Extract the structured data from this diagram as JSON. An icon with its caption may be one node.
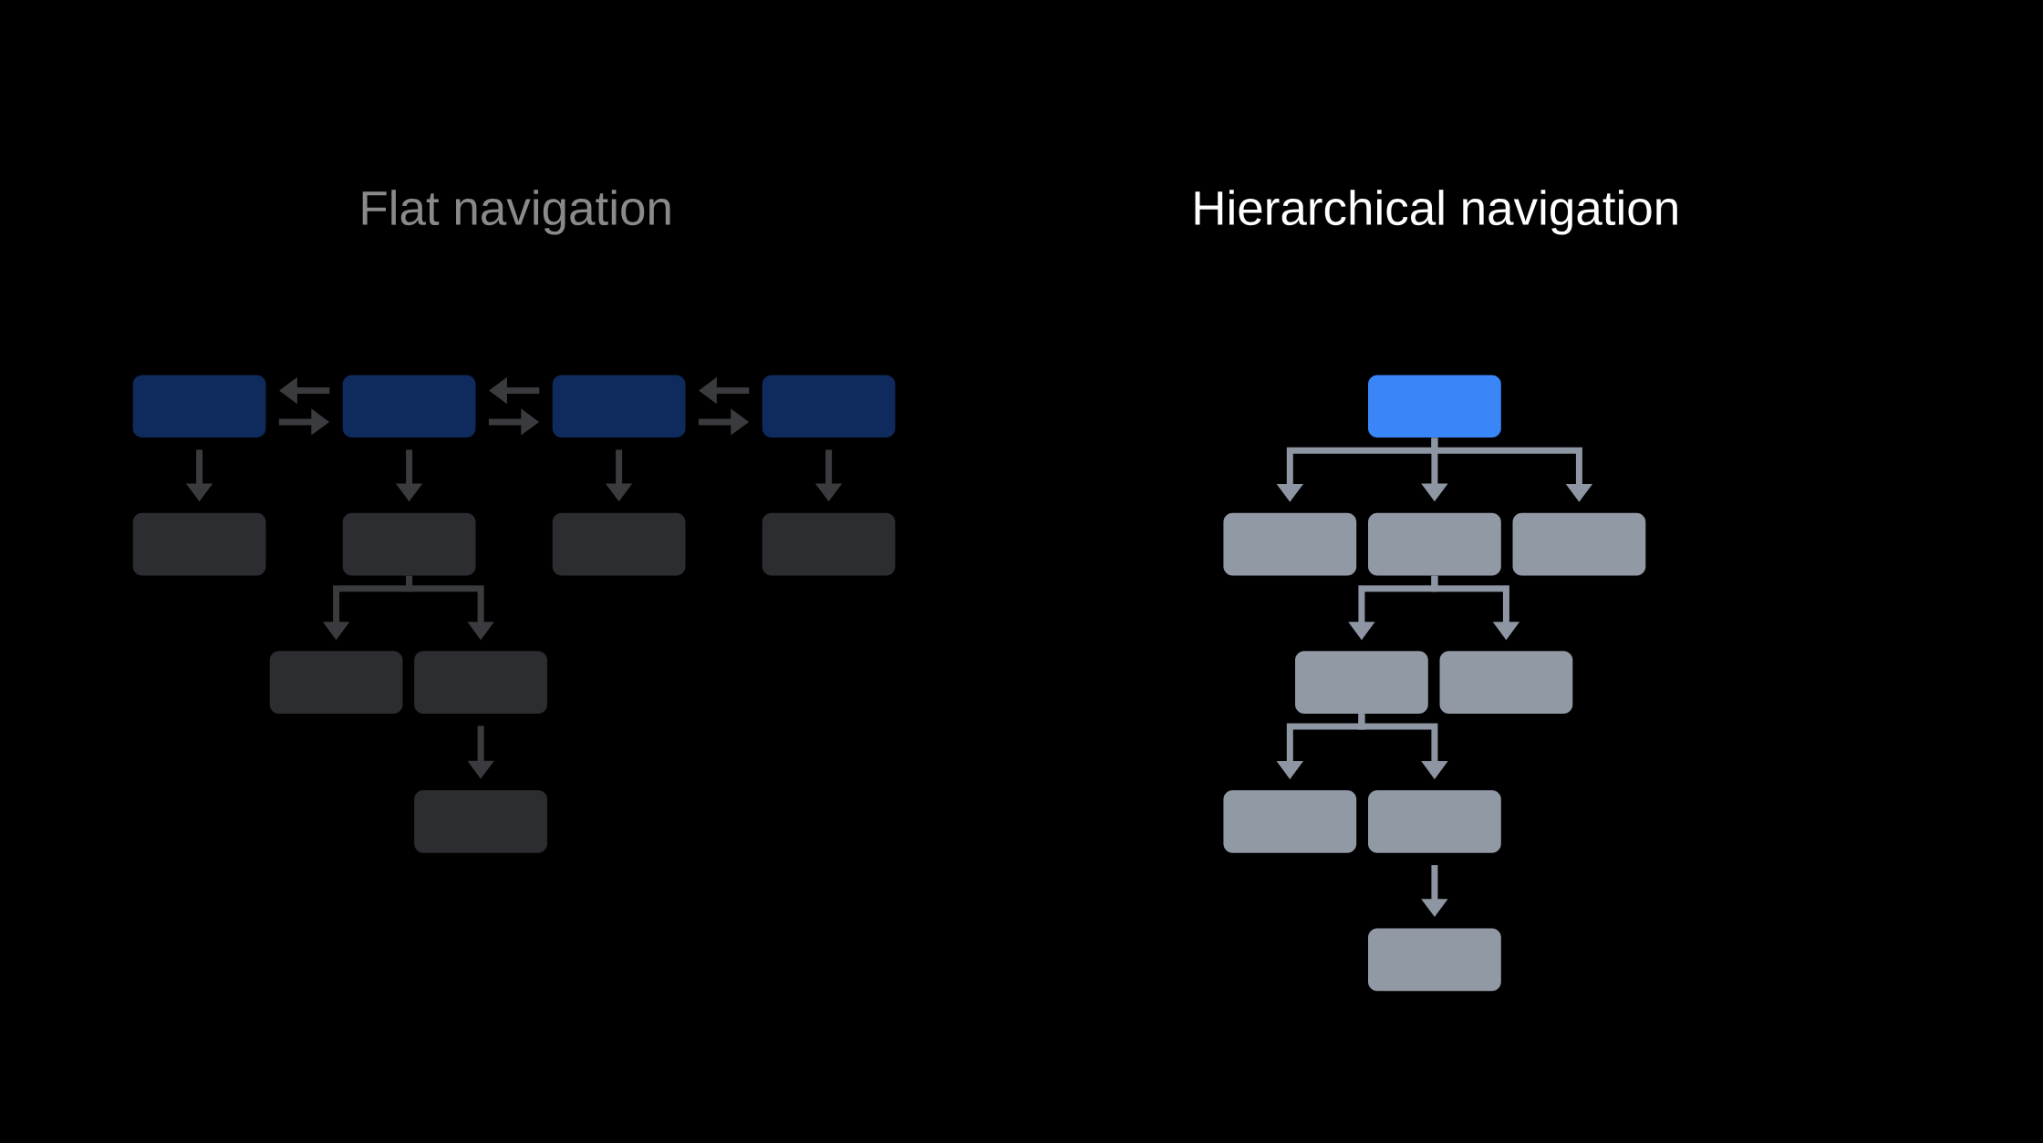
{
  "diagram": {
    "nodes": [
      {
        "text": [],
        "shape": "box"
      },
      {
        "text": [],
        "shape": "box"
      },
      {
        "text": [],
        "shape": "box"
      },
      {
        "text": [],
        "shape": "box"
      },
      {
        "text": [],
        "shape": "box"
      },
      {
        "text": [],
        "shape": "box"
      },
      {
        "text": [],
        "shape": "box"
      },
      {
        "text": [],
        "shape": "box"
      },
      {
        "text": [],
        "shape": "box"
      },
      {
        "text": [],
        "shape": "box"
      },
      {
        "text": [],
        "shape": "box"
      },
      {
        "text": [],
        "shape": "box"
      },
      {
        "text": [],
        "shape": "box"
      },
      {
        "text": [],
        "shape": "box"
      },
      {
        "text": [],
        "shape": "box"
      },
      {
        "text": [],
        "shape": "box"
      },
      {
        "text": [],
        "shape": "box"
      },
      {
        "text": [],
        "shape": "box"
      },
      {
        "text": [],
        "shape": "box"
      },
      {
        "text": [],
        "shape": "box"
      }
    ],
    "edges": [
      {
        "from": 1,
        "to": 0,
        "arrow": "to"
      },
      {
        "from": 0,
        "to": 1,
        "arrow": "to"
      },
      {
        "from": 2,
        "to": 1,
        "arrow": "to"
      },
      {
        "from": 1,
        "to": 2,
        "arrow": "to"
      },
      {
        "from": 3,
        "to": 2,
        "arrow": "to"
      },
      {
        "from": 2,
        "to": 3,
        "arrow": "to"
      },
      {
        "from": 0,
        "to": 4,
        "arrow": "to"
      },
      {
        "from": 1,
        "to": 5,
        "arrow": "to"
      },
      {
        "from": 2,
        "to": 6,
        "arrow": "to"
      },
      {
        "from": 3,
        "to": 7,
        "arrow": "to"
      },
      {
        "from": 5,
        "to": 8,
        "arrow": "to"
      },
      {
        "from": 5,
        "to": 9,
        "arrow": "to"
      },
      {
        "from": 9,
        "to": 10,
        "arrow": "to"
      },
      {
        "from": 11,
        "to": 12,
        "arrow": "to",
        "color": "#8e96a3"
      },
      {
        "from": 11,
        "to": 13,
        "arrow": "to",
        "color": "#8e96a3"
      },
      {
        "from": 11,
        "to": 14,
        "arrow": "to",
        "color": "#8e96a3"
      },
      {
        "from": 13,
        "to": 15,
        "arrow": "to",
        "color": "#8e96a3"
      },
      {
        "from": 13,
        "to": 16,
        "arrow": "to",
        "color": "#8e96a3"
      },
      {
        "from": 15,
        "to": 17,
        "arrow": "to",
        "color": "#8e96a3"
      },
      {
        "from": 15,
        "to": 18,
        "arrow": "to",
        "color": "#8e96a3"
      },
      {
        "from": 18,
        "to": 19,
        "arrow": "to",
        "color": "#8e96a3"
      }
    ],
    "labels": [
      "Flat navigation",
      "Hierarchical navigation"
    ]
  }
}
